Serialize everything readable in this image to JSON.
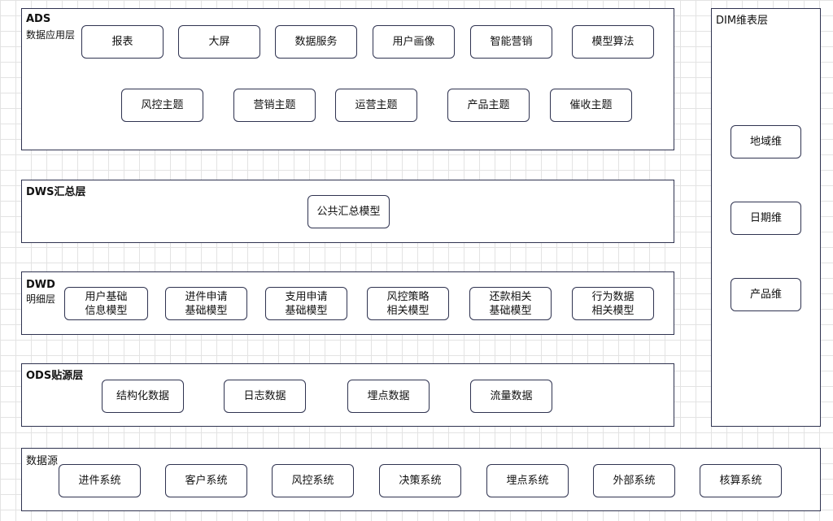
{
  "ads": {
    "title": "ADS",
    "subtitle": "数据应用层",
    "row1": [
      "报表",
      "大屏",
      "数据服务",
      "用户画像",
      "智能营销",
      "模型算法"
    ],
    "row2": [
      "风控主题",
      "营销主题",
      "运营主题",
      "产品主题",
      "催收主题"
    ]
  },
  "dws": {
    "title": "DWS汇总层",
    "items": [
      "公共汇总模型"
    ]
  },
  "dwd": {
    "title": "DWD",
    "subtitle": "明细层",
    "items": [
      "用户基础\n信息模型",
      "进件申请\n基础模型",
      "支用申请\n基础模型",
      "风控策略\n相关模型",
      "还款相关\n基础模型",
      "行为数据\n相关模型"
    ]
  },
  "ods": {
    "title": "ODS贴源层",
    "items": [
      "结构化数据",
      "日志数据",
      "埋点数据",
      "流量数据"
    ]
  },
  "source": {
    "title": "数据源",
    "items": [
      "进件系统",
      "客户系统",
      "风控系统",
      "决策系统",
      "埋点系统",
      "外部系统",
      "核算系统"
    ]
  },
  "dim": {
    "title": "DIM维表层",
    "items": [
      "地域维",
      "日期维",
      "产品维"
    ]
  }
}
